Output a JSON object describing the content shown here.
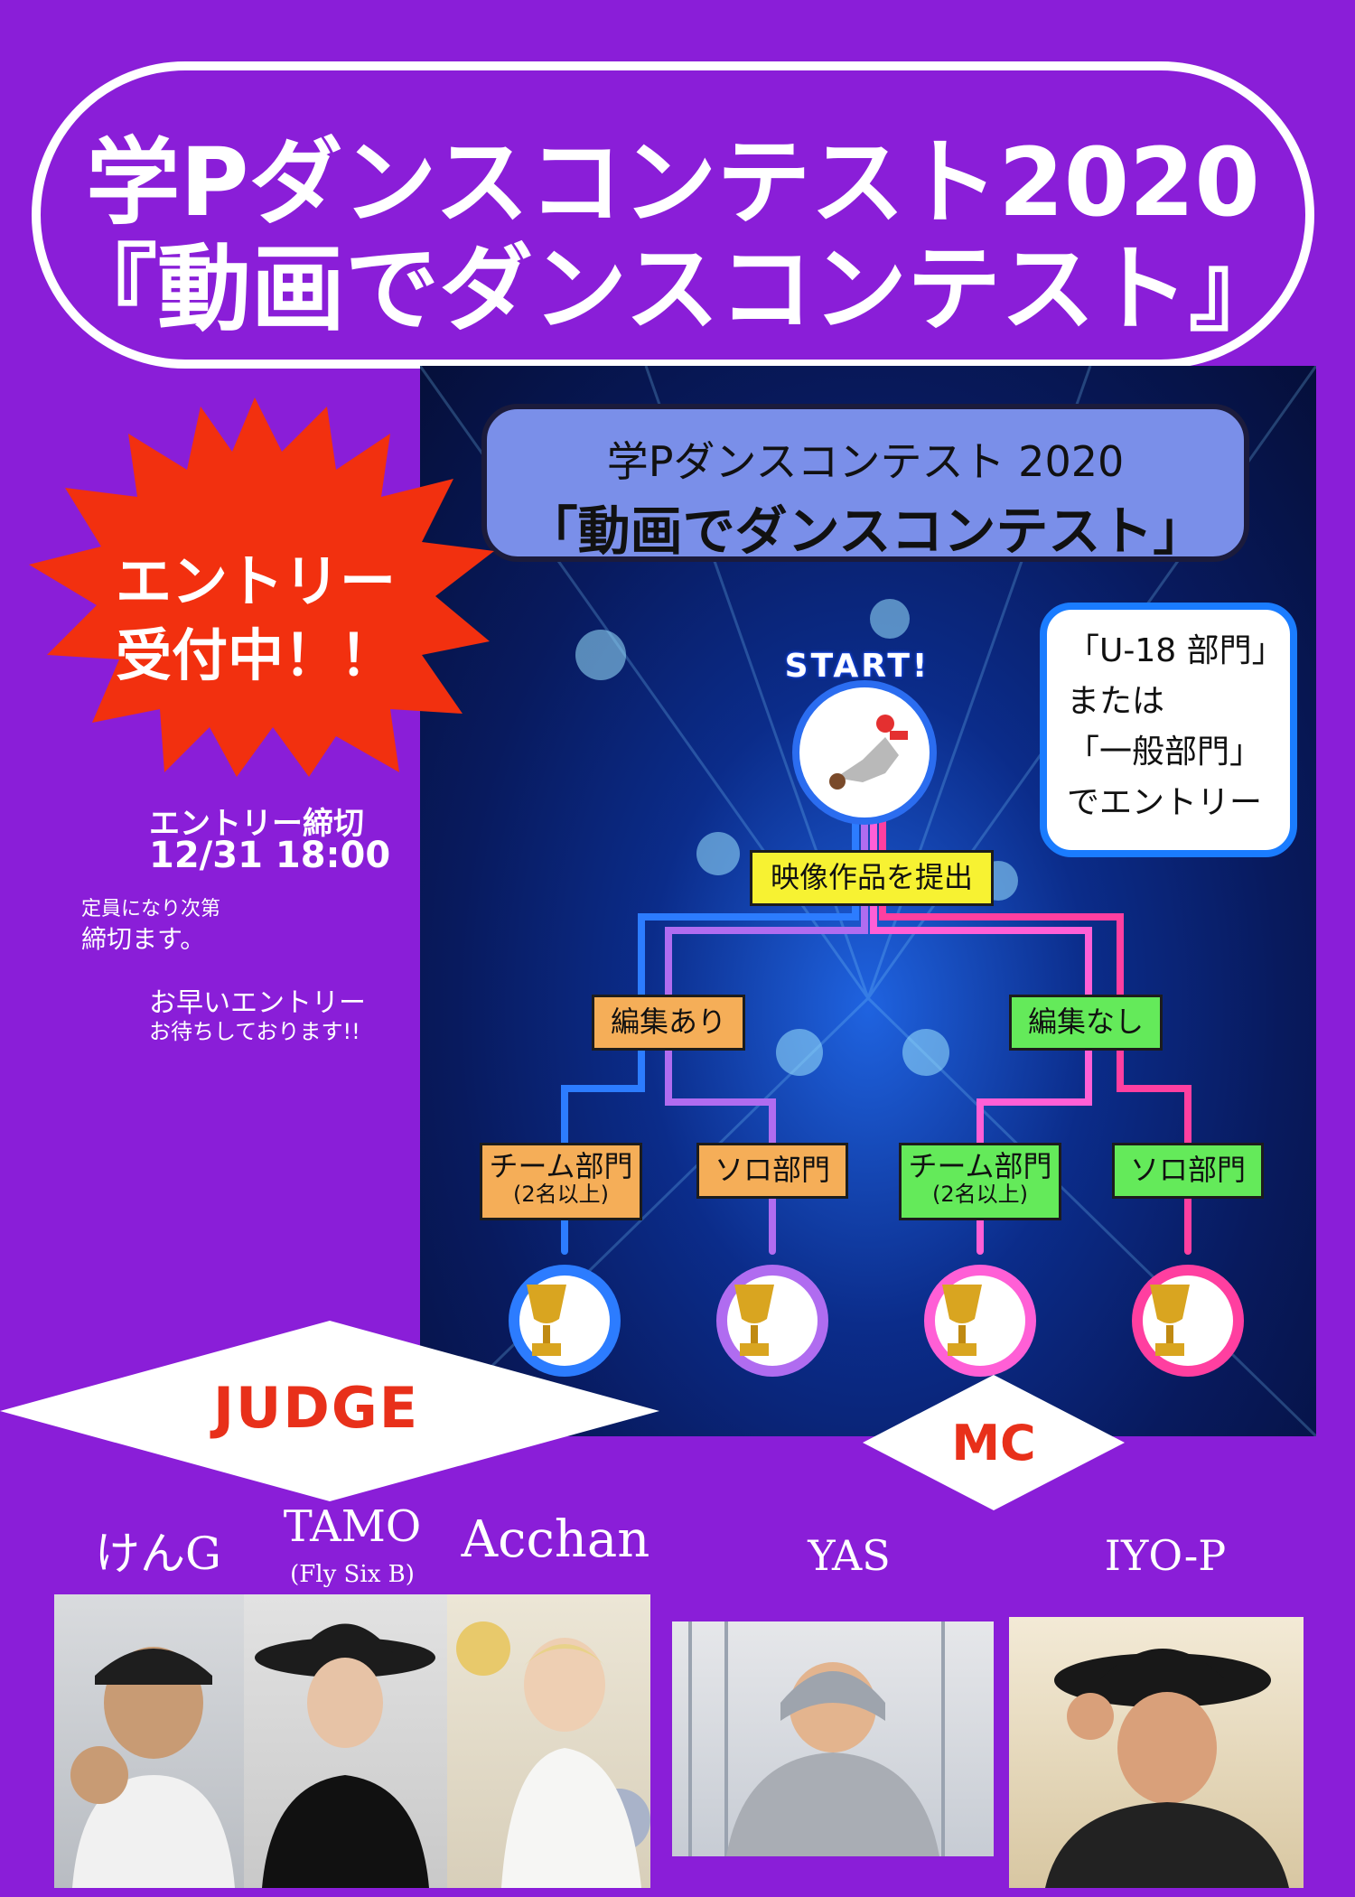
{
  "title": {
    "line1": "学Pダンスコンテスト2020",
    "line2": "『動画でダンスコンテスト』"
  },
  "panel": {
    "header_line1": "学Pダンスコンテスト 2020",
    "header_line2": "「動画でダンスコンテスト」",
    "start_label": "START!",
    "entry_bubble": [
      "「U-18 部門」",
      " または",
      "「一般部門」",
      "でエントリー"
    ],
    "submit": "映像作品を提出",
    "edited": "編集あり",
    "unedited": "編集なし",
    "team": "チーム部門",
    "team_note": "(2名以上)",
    "solo": "ソロ部門"
  },
  "burst": {
    "line1": "エントリー",
    "line2": "受付中！！"
  },
  "info": {
    "deadline_label": "エントリー締切",
    "deadline_date": "12/31 18:00",
    "capacity_note1": "定員になり次第",
    "capacity_note2": "締切ます。",
    "early1": "お早いエントリー",
    "early2": "お待ちしております!!"
  },
  "roles": {
    "judge": "JUDGE",
    "mc": "MC"
  },
  "people": {
    "judge1": "けんG",
    "judge2": "TAMO",
    "judge2_sub": "(Fly Six B)",
    "judge3": "Acchan",
    "mc1": "YAS",
    "mc2": "IYO-P"
  },
  "colors": {
    "background": "#8a1ed8",
    "burst": "#f2300f",
    "judge_text": "#e8301a",
    "edited_box": "#f5ae58",
    "unedited_box": "#64ea5a",
    "submit_box": "#f7f232"
  }
}
